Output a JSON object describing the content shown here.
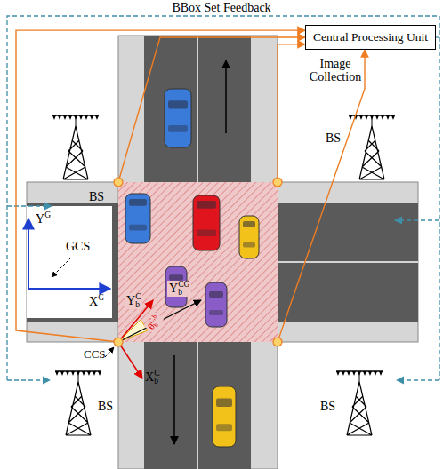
{
  "diagram": {
    "nodes": [
      {
        "text": [
          "Central Processing Unit"
        ]
      }
    ],
    "labels": [
      "BBox Set Feedback",
      "Image Collection",
      "BS",
      "BS",
      "BS",
      "BS",
      "YG",
      "XG",
      "GCS",
      "CCS",
      "YbCG",
      "YbC",
      "XbC",
      "θbC,b"
    ]
  }
}
